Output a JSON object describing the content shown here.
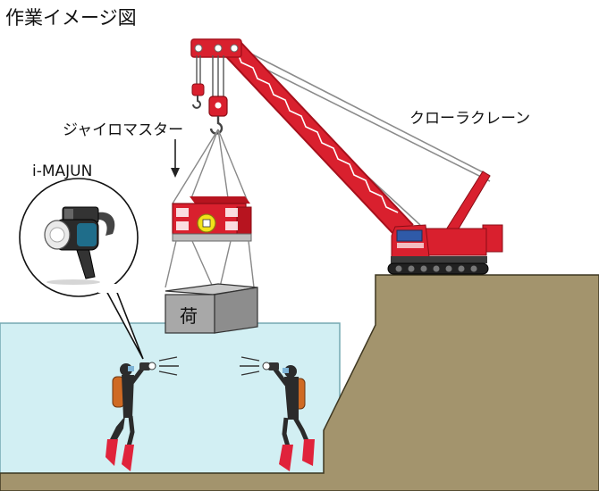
{
  "labels": {
    "title": "作業イメージ図",
    "crane": "クローラクレーン",
    "gyro": "ジャイロマスター",
    "majun": "i-MAJUN",
    "cargo": "荷"
  },
  "colors": {
    "water": "#d2eff3",
    "water_outline": "#74a9b2",
    "ground": "#a3946d",
    "crane_red": "#d9202e",
    "boom_dark": "#a7101c",
    "cable": "#888888",
    "cargo_box": "#a8a8a8",
    "diver_suit": "#2b2b2b",
    "tank_orange": "#cf6a23",
    "fin_red": "#e0233b"
  },
  "icons": {
    "camera": "majun-camera-icon",
    "diver": "diver-icon",
    "hook": "crane-hook-icon"
  }
}
